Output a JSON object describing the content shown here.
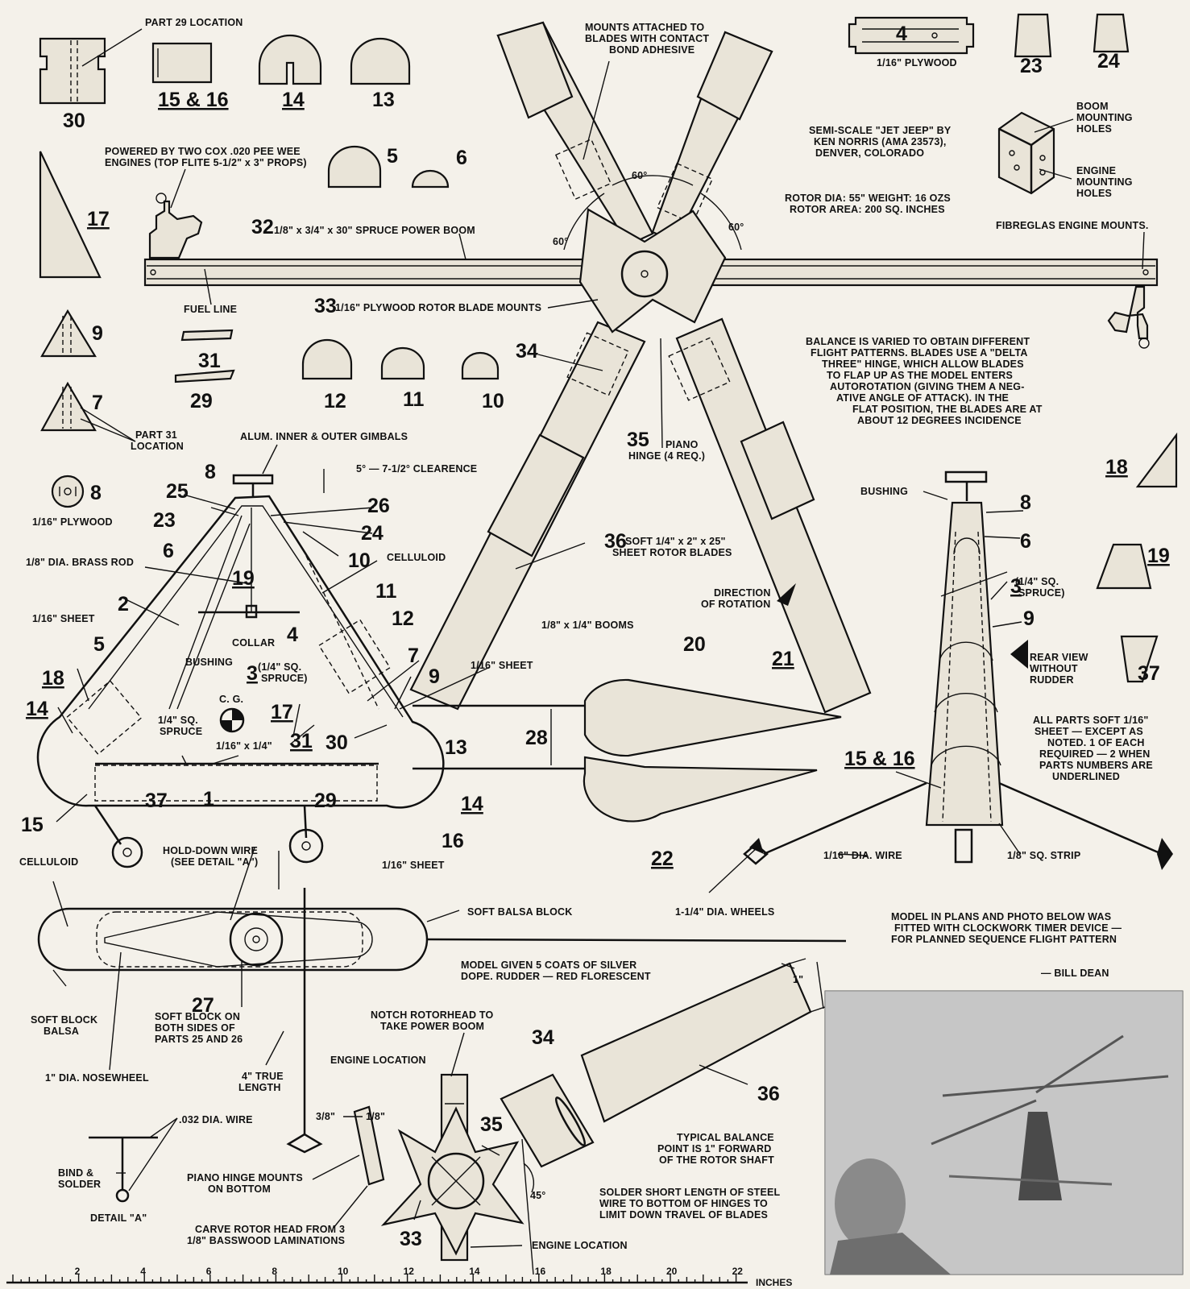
{
  "labels": {
    "part29_location": "PART 29 LOCATION",
    "mounts_note": [
      "MOUNTS ATTACHED TO",
      "BLADES WITH CONTACT",
      "BOND ADHESIVE"
    ],
    "plywood_116_top": "1/16\" PLYWOOD",
    "powered_by": [
      "POWERED BY TWO COX .020 PEE WEE",
      "ENGINES (TOP FLITE 5-1/2\" x 3\" PROPS)"
    ],
    "boom_mounting_holes": [
      "BOOM",
      "MOUNTING",
      "HOLES"
    ],
    "engine_mounting_holes": [
      "ENGINE",
      "MOUNTING",
      "HOLES"
    ],
    "credit": [
      "SEMI-SCALE \"JET JEEP\" BY",
      "KEN NORRIS (AMA 23573),",
      "DENVER, COLORADO"
    ],
    "specs": [
      "ROTOR DIA: 55\"  WEIGHT: 16 OZS",
      "ROTOR AREA: 200 SQ. INCHES"
    ],
    "fibreglas": "FIBREGLAS ENGINE MOUNTS.",
    "power_boom": "1/8\" x 3/4\" x 30\" SPRUCE POWER BOOM",
    "fuel_line": "FUEL LINE",
    "rotor_blade_mounts": "1/16\" PLYWOOD ROTOR BLADE MOUNTS",
    "angle_60": "60°",
    "balance_note": [
      "BALANCE IS VARIED TO OBTAIN DIFFERENT",
      "FLIGHT PATTERNS.  BLADES USE A \"DELTA",
      "THREE\" HINGE, WHICH ALLOW BLADES",
      "TO FLAP UP AS THE MODEL ENTERS",
      "AUTOROTATION (GIVING THEM A NEG-",
      "ATIVE ANGLE OF ATTACK).  IN THE",
      "FLAT POSITION, THE BLADES ARE AT",
      "ABOUT 12 DEGREES INCIDENCE"
    ],
    "part31_location": [
      "PART 31",
      "LOCATION"
    ],
    "gimbals": "ALUM. INNER & OUTER GIMBALS",
    "clearance": "5° — 7-1/2° CLEARENCE",
    "piano_hinge": [
      "PIANO",
      "HINGE (4 REQ.)"
    ],
    "plywood_116_mid": "1/16\" PLYWOOD",
    "brass_rod": "1/8\" DIA. BRASS ROD",
    "celluloid_top": "CELLULOID",
    "blades_spec": [
      "SOFT 1/4\" x 2\" x 25\"",
      "SHEET ROTOR BLADES"
    ],
    "direction_rotation": [
      "DIRECTION",
      "OF ROTATION"
    ],
    "sheet_116": "1/16\" SHEET",
    "collar": "COLLAR",
    "bushing": "BUSHING",
    "spruce_14_sq": [
      "(1/4\" SQ.",
      "SPRUCE)"
    ],
    "booms_18_14": "1/8\" x 1/4\" BOOMS",
    "sheet_116_b": "1/16\" SHEET",
    "cg": "C. G.",
    "spruce_14_b": [
      "1/4\" SQ.",
      "SPRUCE"
    ],
    "dim_116_14": "1/16\" x 1/4\"",
    "rear_view": [
      "REAR VIEW",
      "WITHOUT",
      "RUDDER"
    ],
    "bushing_right": "BUSHING",
    "spruce_14_right": [
      "(1/4\" SQ.",
      "SPRUCE)"
    ],
    "all_parts": [
      "ALL PARTS SOFT 1/16\"",
      "SHEET — EXCEPT AS",
      "NOTED.  1 OF EACH",
      "REQUIRED — 2 WHEN",
      "PARTS NUMBERS ARE",
      "UNDERLINED"
    ],
    "hold_down": [
      "HOLD-DOWN WIRE",
      "(SEE DETAIL \"A\")"
    ],
    "sheet_116_bottom": "1/16\" SHEET",
    "wire_116": "1/16\" DIA. WIRE",
    "sq_strip": "1/8\" SQ. STRIP",
    "celluloid_bottom": "CELLULOID",
    "soft_balsa_block": "SOFT BALSA BLOCK",
    "wheels": "1-1/4\" DIA. WHEELS",
    "clockwork": [
      "MODEL IN PLANS AND PHOTO BELOW WAS",
      "FITTED WITH CLOCKWORK TIMER DEVICE —",
      "FOR PLANNED SEQUENCE FLIGHT PATTERN"
    ],
    "bill_dean": "— BILL DEAN",
    "coats": [
      "MODEL GIVEN 5 COATS OF SILVER",
      "DOPE.   RUDDER — RED FLORESCENT"
    ],
    "soft_block_balsa": [
      "SOFT BLOCK",
      "BALSA"
    ],
    "soft_block_both": [
      "SOFT BLOCK ON",
      "BOTH SIDES OF",
      "PARTS 25 AND 26"
    ],
    "notch": [
      "NOTCH ROTORHEAD TO",
      "TAKE  POWER BOOM"
    ],
    "engine_location": "ENGINE LOCATION",
    "engine_location_bottom": "ENGINE LOCATION",
    "nosewheel": "1\" DIA. NOSEWHEEL",
    "true_length": [
      "4\" TRUE",
      "LENGTH"
    ],
    "wire_032": ".032 DIA. WIRE",
    "dim_38": "3/8\"",
    "dim_18": "1/8\"",
    "dim_1in": "1\"",
    "bind_solder": [
      "BIND &",
      "SOLDER"
    ],
    "detail_a": "DETAIL \"A\"",
    "piano_hinge_mounts": [
      "PIANO HINGE MOUNTS",
      "ON BOTTOM"
    ],
    "carve": [
      "CARVE ROTOR HEAD FROM 3",
      "1/8\" BASSWOOD LAMINATIONS"
    ],
    "typical_balance": [
      "TYPICAL BALANCE",
      "POINT IS 1\" FORWARD",
      "OF THE ROTOR SHAFT"
    ],
    "solder_short": [
      "SOLDER SHORT LENGTH OF STEEL",
      "WIRE TO BOTTOM OF HINGES TO",
      "LIMIT DOWN TRAVEL OF BLADES"
    ],
    "angle_45": "45°"
  },
  "parts": {
    "p30": "30",
    "p15_16": "15 & 16",
    "p14": "14",
    "p13": "13",
    "p4": "4",
    "p23": "23",
    "p24": "24",
    "p5": "5",
    "p6": "6",
    "p17": "17",
    "p32": "32",
    "p33": "33",
    "p9": "9",
    "p31": "31",
    "p29": "29",
    "p12": "12",
    "p11": "11",
    "p10": "10",
    "p34": "34",
    "p7": "7",
    "p35": "35",
    "p8": "8",
    "p36": "36",
    "p25": "25",
    "p26": "26",
    "p18": "18",
    "p19": "19",
    "p2": "2",
    "p3": "3",
    "p20": "20",
    "p21": "21",
    "p37": "37",
    "p1": "1",
    "p22": "22",
    "p16": "16",
    "p15": "15",
    "p27": "27",
    "p28": "28"
  },
  "ruler": {
    "ticks": [
      "2",
      "4",
      "6",
      "8",
      "10",
      "12",
      "14",
      "16",
      "18",
      "20",
      "22"
    ],
    "unit": "INCHES"
  }
}
